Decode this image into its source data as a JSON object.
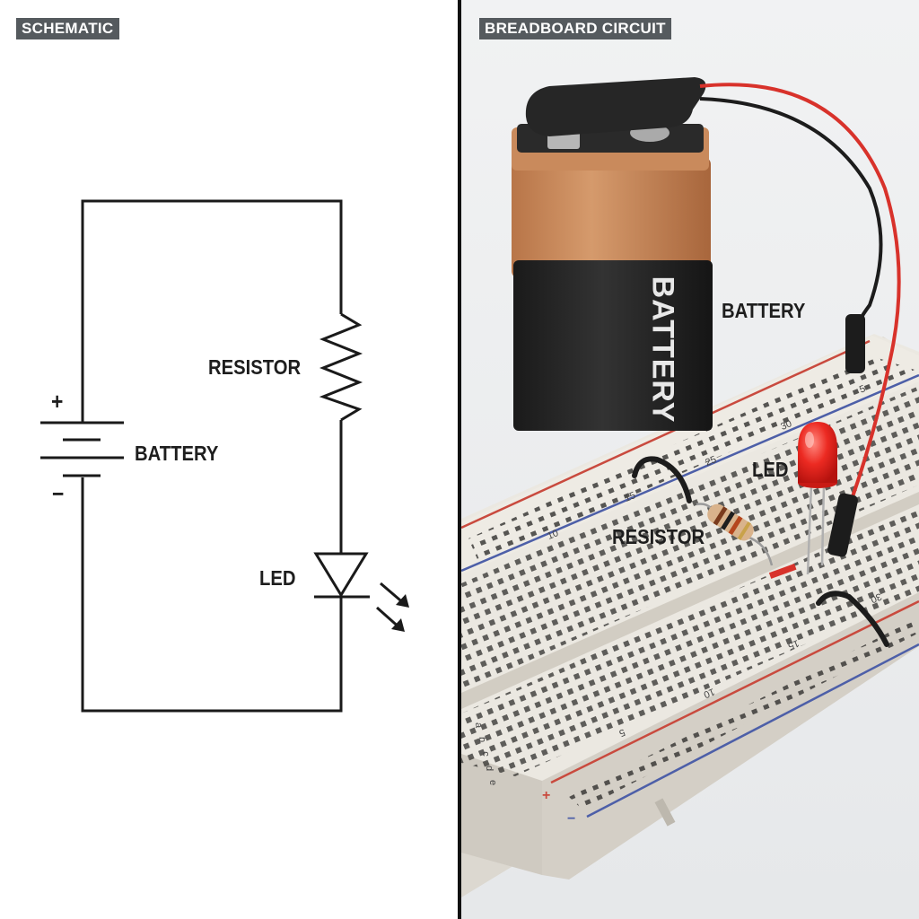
{
  "schematic": {
    "panel_title": "SCHEMATIC",
    "labels": {
      "resistor": "RESISTOR",
      "battery": "BATTERY",
      "led": "LED",
      "plus": "+",
      "minus": "−"
    }
  },
  "breadboard": {
    "panel_title": "BREADBOARD CIRCUIT",
    "labels": {
      "battery": "BATTERY",
      "battery_print": "BATTERY",
      "led": "LED",
      "resistor": "RESISTOR"
    },
    "row_numbers": [
      "5",
      "10",
      "15",
      "25",
      "30"
    ],
    "lower_row_numbers": [
      "5",
      "10",
      "15",
      "30"
    ],
    "column_letters": [
      "a",
      "b",
      "c",
      "d",
      "e"
    ],
    "rail_marks": {
      "plus": "+",
      "minus": "−"
    }
  },
  "colors": {
    "wire_red": "#d8322b",
    "wire_black": "#1c1c1c",
    "battery_copper": "#c98a5c",
    "battery_body": "#232323",
    "led_red": "#e8231f",
    "breadboard": "#ebe8e1",
    "rail_red": "#c94a3e",
    "rail_blue": "#4d5fa8"
  }
}
